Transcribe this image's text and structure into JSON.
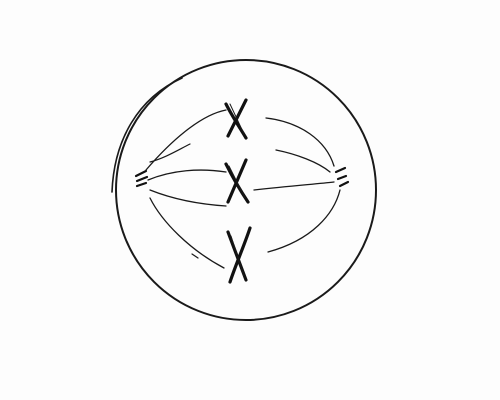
{
  "diagram": {
    "subject": "cell-division-metaphase-sketch",
    "chromosome_count": 3,
    "pole_count": 2,
    "colors": {
      "ink": "#1a1a1a",
      "paper": "#fdfdfd"
    }
  }
}
